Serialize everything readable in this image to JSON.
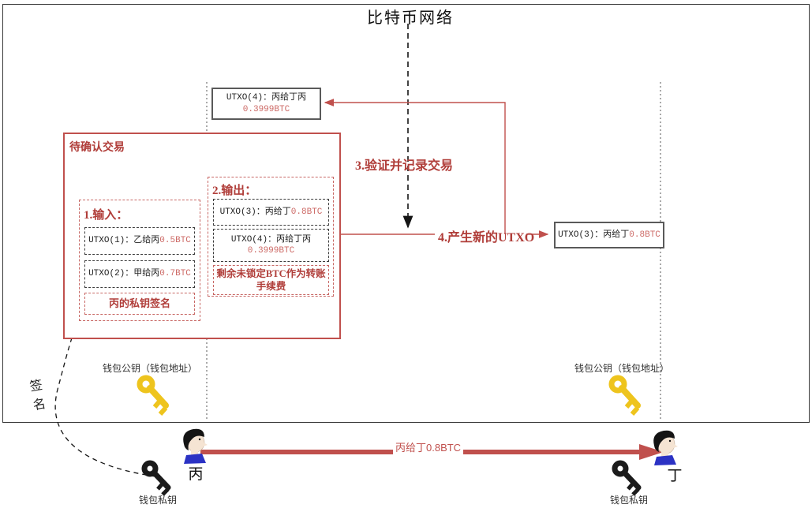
{
  "title": "比特币网络",
  "colors": {
    "accent_red": "#c0504d",
    "text_red_bold": "#b03d39",
    "value_red": "#cd6a66",
    "key_yellow": "#eec41d",
    "key_black": "#1b1b1b",
    "collar_blue": "#2b32c4"
  },
  "icons": {
    "sender_avatar": "person-icon",
    "receiver_avatar": "person-icon",
    "public_key": "yellow-key-icon",
    "private_key": "black-key-icon"
  },
  "network": {
    "utxo4_top": {
      "label": "UTXO(4)：丙给丁丙",
      "value": "0.3999BTC"
    },
    "utxo3_right": {
      "label": "UTXO(3)：丙给丁",
      "value": "0.8BTC"
    }
  },
  "transaction": {
    "title": "待确认交易",
    "input": {
      "heading": "1.输入：",
      "utxo1": {
        "label": "UTXO(1)：乙给丙",
        "value": "0.5BTC"
      },
      "utxo2": {
        "label": "UTXO(2)：甲给丙",
        "value": "0.7BTC"
      },
      "signature": "丙的私钥签名"
    },
    "output": {
      "heading": "2.输出：",
      "utxo3": {
        "label": "UTXO(3)：丙给丁",
        "value": "0.8BTC"
      },
      "utxo4": {
        "label": "UTXO(4)：丙给丁丙",
        "value": "0.3999BTC"
      },
      "fee_note": "剩余未锁定BTC作为转账手续费"
    }
  },
  "steps": {
    "step3": "3.验证并记录交易",
    "step4": "4.产生新的UTXO"
  },
  "actors": {
    "sender": {
      "name": "丙",
      "public_key_label": "钱包公钥（钱包地址）",
      "private_key_label": "钱包私钥"
    },
    "receiver": {
      "name": "丁",
      "public_key_label": "钱包公钥（钱包地址）",
      "private_key_label": "钱包私钥"
    }
  },
  "transfer_arrow_label": "丙给丁0.8BTC",
  "signature_label": "签名"
}
